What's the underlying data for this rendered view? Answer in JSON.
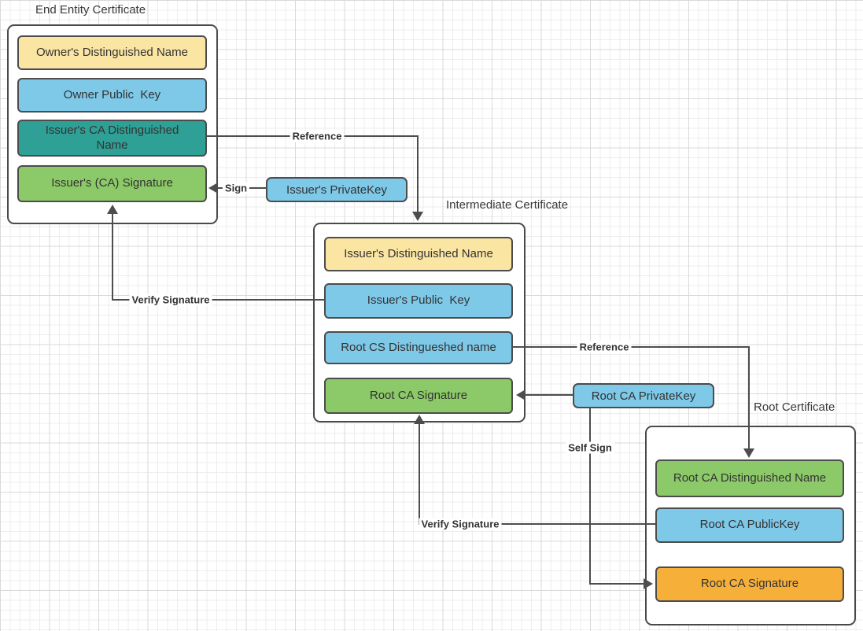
{
  "diagram": {
    "groups": [
      {
        "title": "End Entity Certificate",
        "fields": [
          {
            "label": "Owner's Distinguished Name",
            "color": "#FBE5A3"
          },
          {
            "label": "Owner Public  Key",
            "color": "#7EC8E8"
          },
          {
            "label": "Issuer's CA Distinguished\nName",
            "color": "#2EA095"
          },
          {
            "label": "Issuer's (CA) Signature",
            "color": "#8CC968"
          }
        ]
      },
      {
        "title": "Intermediate Certificate",
        "fields": [
          {
            "label": "Issuer's Distinguished Name",
            "color": "#FBE5A3"
          },
          {
            "label": "Issuer's Public  Key",
            "color": "#7EC8E8"
          },
          {
            "label": "Root CS Distingueshed name",
            "color": "#7EC8E8"
          },
          {
            "label": "Root CA Signature",
            "color": "#8CC968"
          }
        ]
      },
      {
        "title": "Root Certificate",
        "fields": [
          {
            "label": "Root CA Distinguished Name",
            "color": "#8CC968"
          },
          {
            "label": "Root CA PublicKey",
            "color": "#7EC8E8"
          },
          {
            "label": "Root CA Signature",
            "color": "#F6B03A"
          }
        ]
      }
    ],
    "keys": [
      {
        "label": "Issuer's PrivateKey",
        "color": "#7EC8E8"
      },
      {
        "label": "Root CA PrivateKey",
        "color": "#7EC8E8"
      }
    ],
    "edge_labels": {
      "reference1": "Reference",
      "sign": "Sign",
      "verify1": "Verify Signature",
      "reference2": "Reference",
      "self_sign": "Self Sign",
      "verify2": "Verify Signature"
    },
    "colors": {
      "line": "#4D4D4D",
      "box_border": "#4A4A4A",
      "yellow": "#FBE5A3",
      "blue": "#7EC8E8",
      "teal": "#2EA095",
      "green": "#8CC968",
      "orange": "#F6B03A"
    }
  }
}
